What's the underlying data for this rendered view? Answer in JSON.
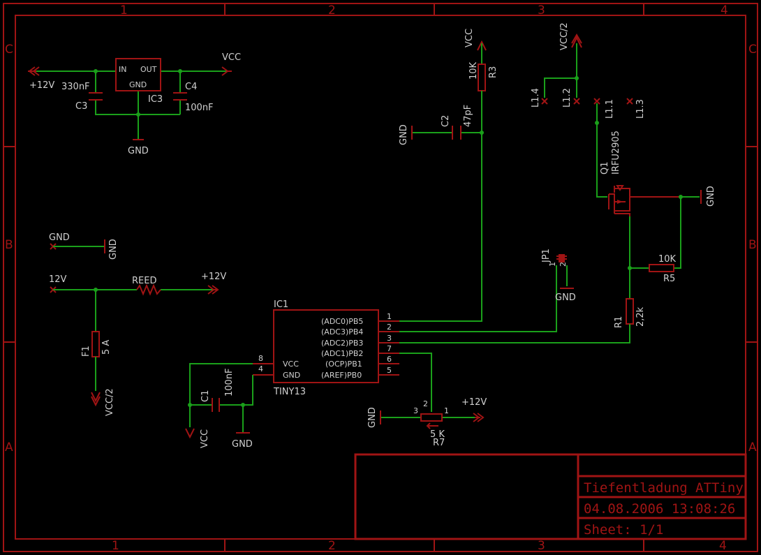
{
  "sheet": {
    "title": "Tiefentladung ATTiny",
    "datetime": "04.08.2006 13:08:26",
    "sheet_number": "Sheet: 1/1",
    "columns": [
      "1",
      "2",
      "3",
      "4"
    ],
    "rows": [
      "C",
      "B",
      "A"
    ]
  },
  "power": {
    "plus12v": "+12V",
    "vcc": "VCC",
    "gnd": "GND",
    "vcc_half": "VCC/2",
    "v12": "12V"
  },
  "regulator": {
    "name": "IC3",
    "pin_in": "IN",
    "pin_out": "OUT",
    "pin_gnd": "GND",
    "c3_name": "C3",
    "c3_value": "330nF",
    "c4_name": "C4",
    "c4_value": "100nF"
  },
  "mcu": {
    "name": "IC1",
    "value": "TINY13",
    "pins_right": [
      {
        "label": "(ADC0)PB5",
        "num": "1"
      },
      {
        "label": "(ADC3)PB4",
        "num": "2"
      },
      {
        "label": "(ADC2)PB3",
        "num": "3"
      },
      {
        "label": "(ADC1)PB2",
        "num": "7"
      },
      {
        "label": "(OCP)PB1",
        "num": "6"
      },
      {
        "label": "(AREF)PB0",
        "num": "5"
      }
    ],
    "pin_vcc": "VCC",
    "pin_vcc_num": "8",
    "pin_gnd": "GND",
    "pin_gnd_num": "4"
  },
  "parts": {
    "c1_name": "C1",
    "c1_value": "100nF",
    "c2_name": "C2",
    "c2_value": "47pF",
    "r3_name": "R3",
    "r3_value": "10K",
    "r1_name": "R1",
    "r1_value": "2,2k",
    "r5_name": "R5",
    "r5_value": "10K",
    "r7_name": "R7",
    "r7_value": "5 K",
    "r7_pin1": "1",
    "r7_pin2": "2",
    "r7_pin3": "3",
    "f1_name": "F1",
    "f1_value": "5 A",
    "reed": "REED",
    "jp1_name": "JP1",
    "jp1_pin1": "1",
    "jp1_pin2": "2",
    "q1_name": "Q1",
    "q1_value": "IRFU2905",
    "l11": "L1.1",
    "l12": "L1.2",
    "l13": "L1.3",
    "l14": "L1.4"
  }
}
